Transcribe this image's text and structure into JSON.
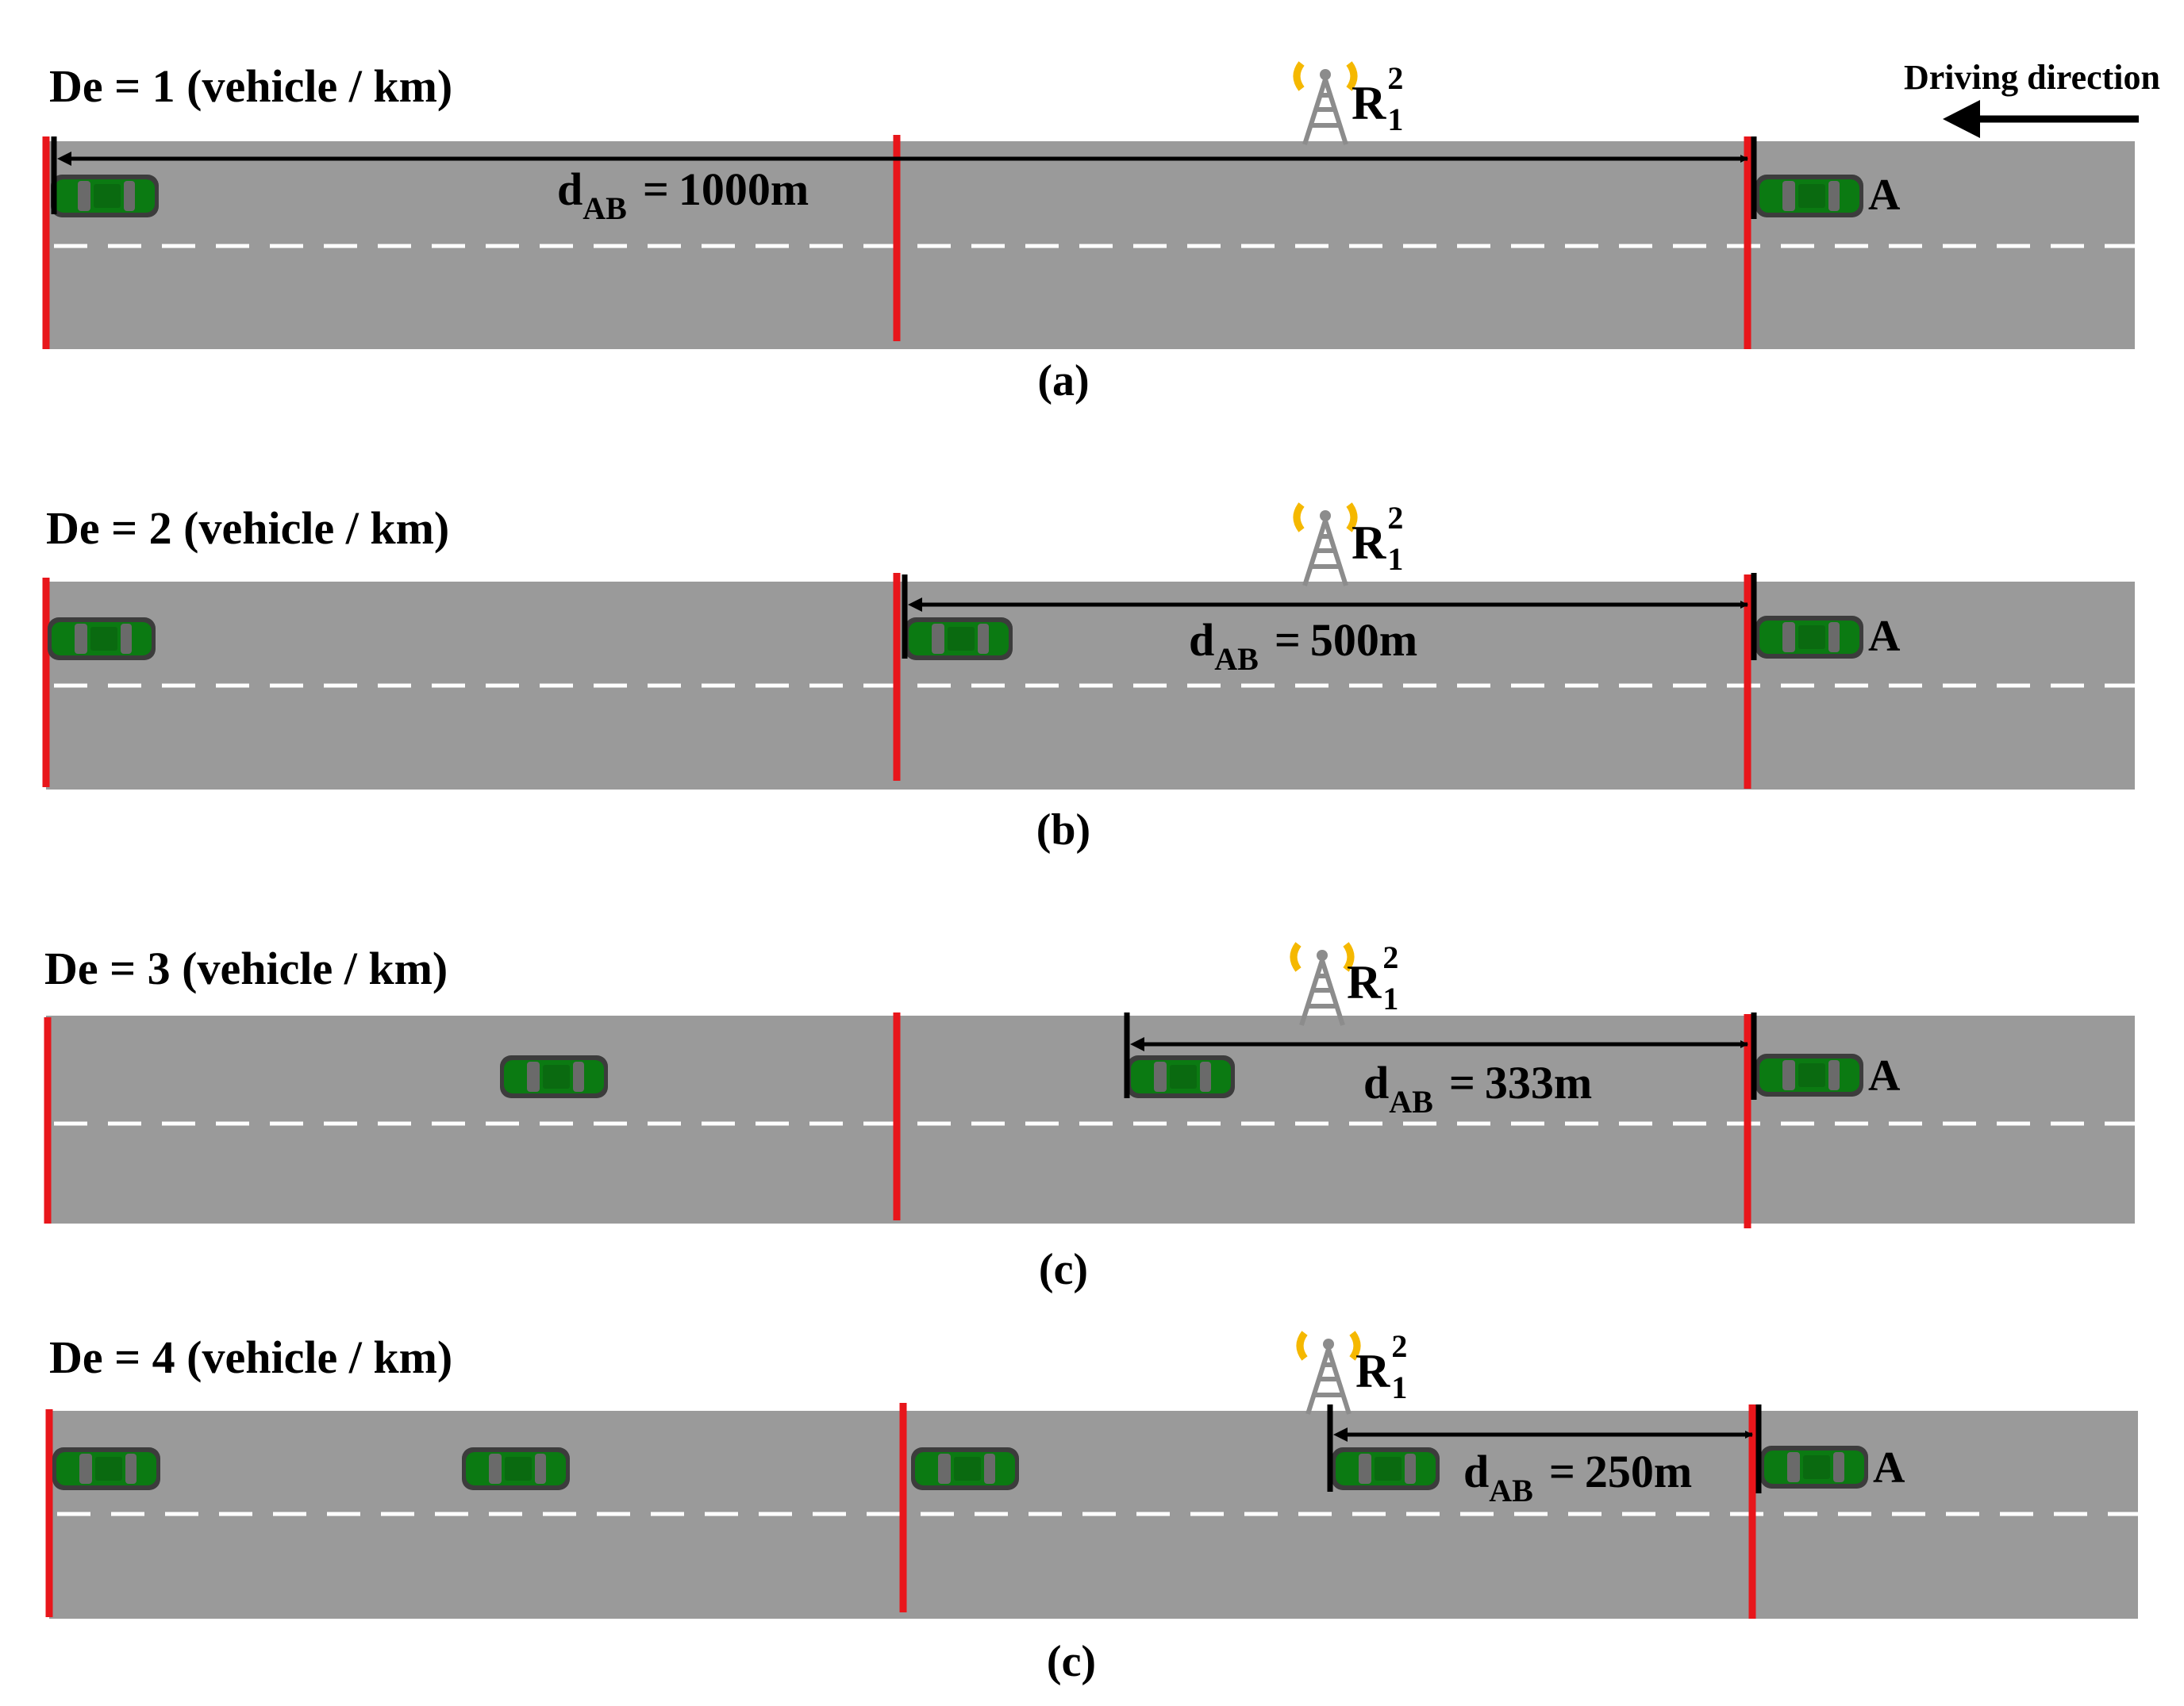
{
  "header": {
    "driving_direction": "Driving direction"
  },
  "relay": {
    "base": "R",
    "sub": "1",
    "sup": "2"
  },
  "vehicle_label": "A",
  "distance_label": {
    "base": "d",
    "sub": "AB",
    "eq": "="
  },
  "panels": [
    {
      "density_label": "De = 1 (vehicle / km)",
      "distance": "1000m",
      "caption": "(a)"
    },
    {
      "density_label": "De = 2 (vehicle / km)",
      "distance": "500m",
      "caption": "(b)"
    },
    {
      "density_label": "De = 3 (vehicle / km)",
      "distance": "333m",
      "caption": "(c)"
    },
    {
      "density_label": "De = 4 (vehicle / km)",
      "distance": "250m",
      "caption": "(c)"
    }
  ],
  "colors": {
    "road": "#9a9a9a",
    "lane_marking": "#ffffff",
    "segment_marker": "#e8161b",
    "car_body": "#0b7a12",
    "tower": "#8c8c8c",
    "antenna_signal": "#f5b800"
  }
}
